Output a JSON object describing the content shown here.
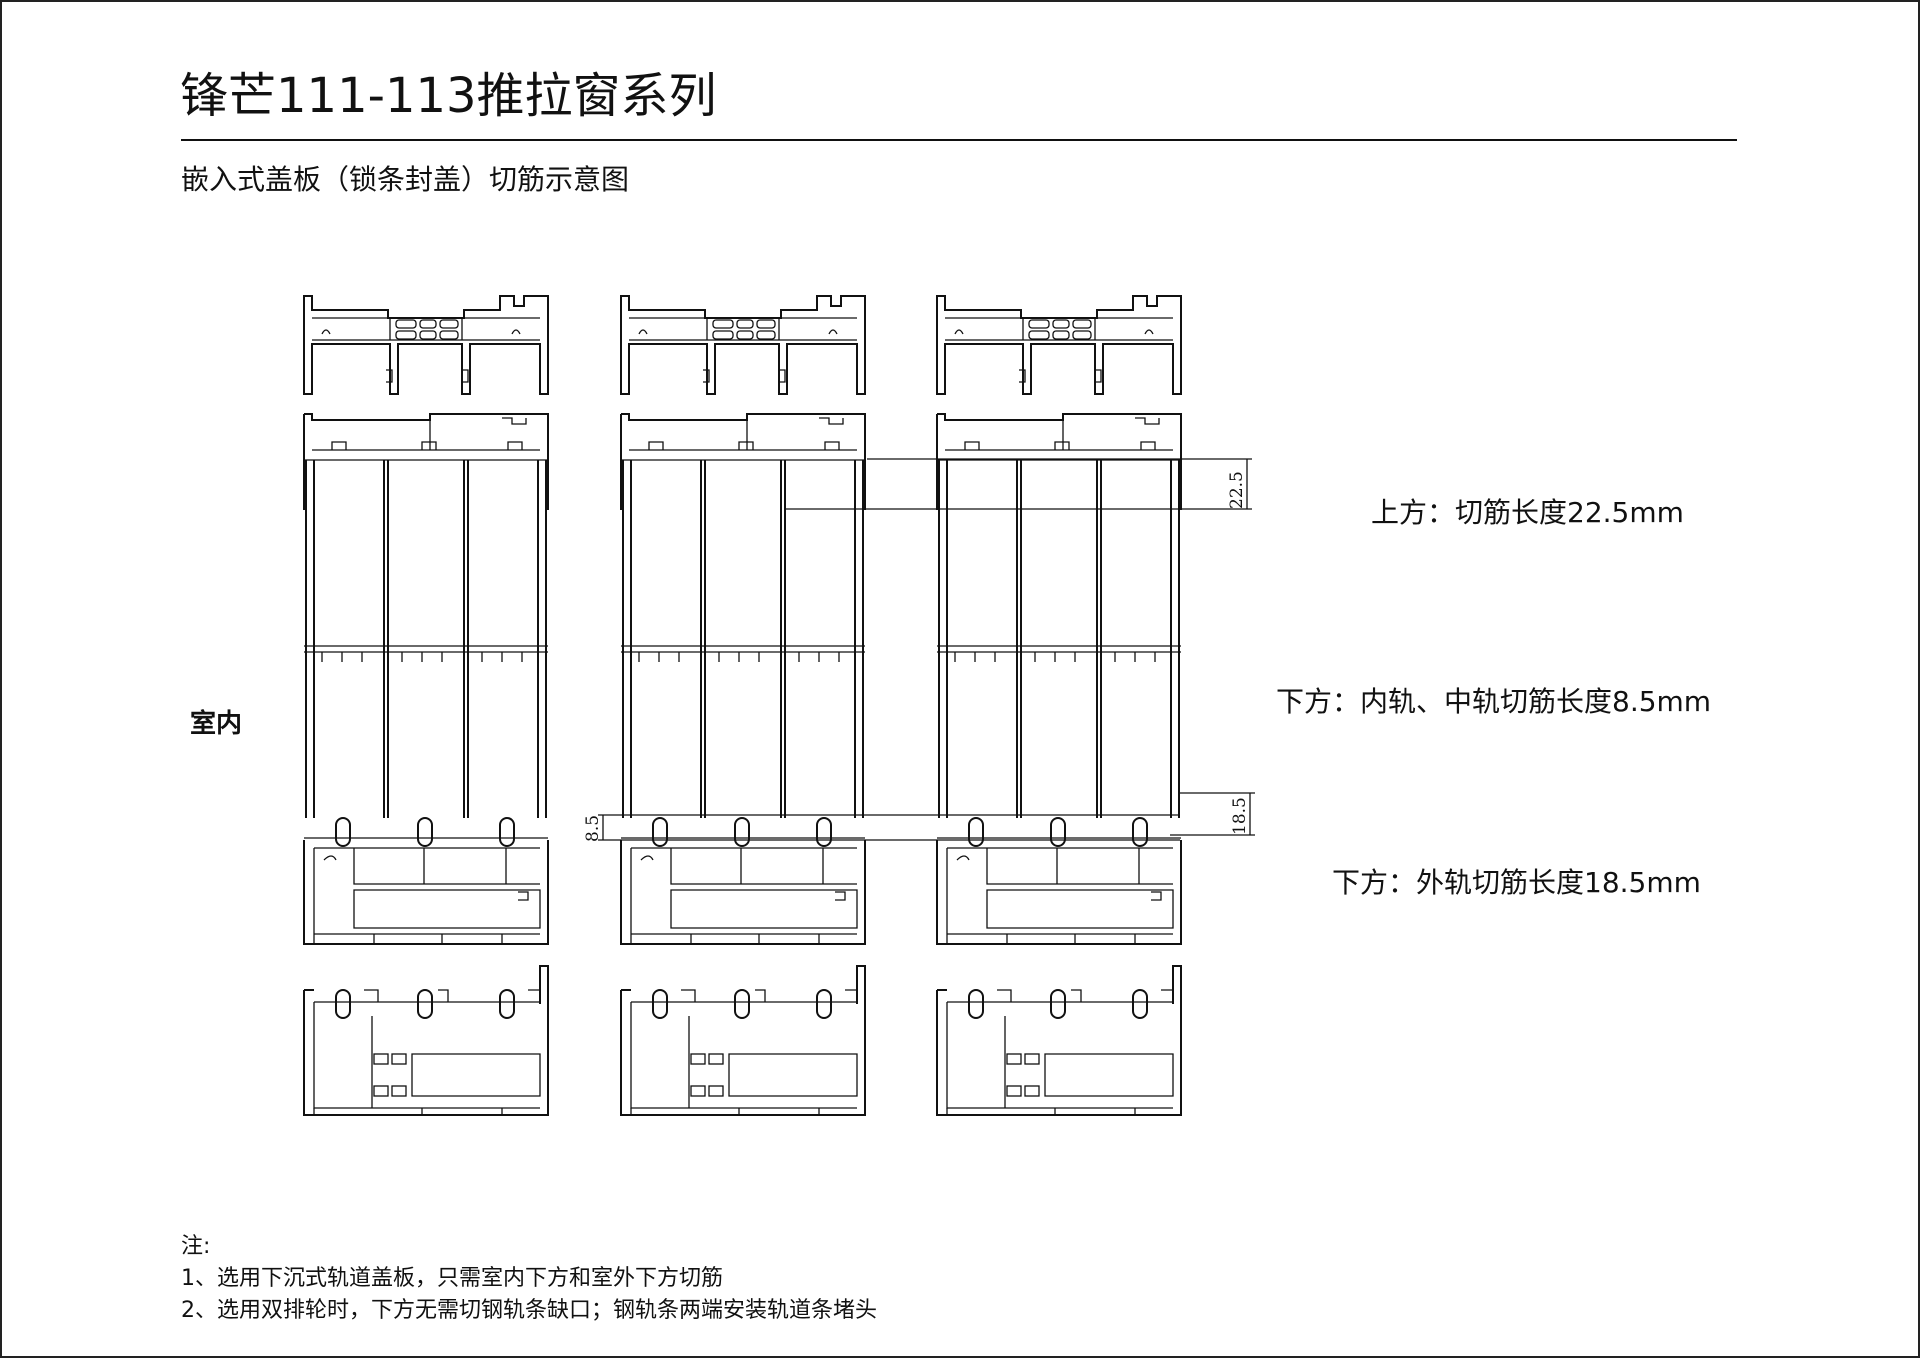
{
  "header": {
    "title": "锋芒111-113推拉窗系列",
    "subtitle": "嵌入式盖板（锁条封盖）切筋示意图"
  },
  "drawing": {
    "indoor_label": "室内",
    "dimensions": {
      "top": "22.5",
      "outer_rail": "18.5",
      "inner_rail": "8.5"
    },
    "annotations": [
      "上方：切筋长度22.5mm",
      "下方：内轨、中轨切筋长度8.5mm",
      "下方：外轨切筋长度18.5mm"
    ]
  },
  "notes": {
    "heading": "注:",
    "items": [
      "1、选用下沉式轨道盖板，只需室内下方和室外下方切筋",
      "2、选用双排轮时，下方无需切钢轨条缺口；钢轨条两端安装轨道条堵头"
    ]
  }
}
